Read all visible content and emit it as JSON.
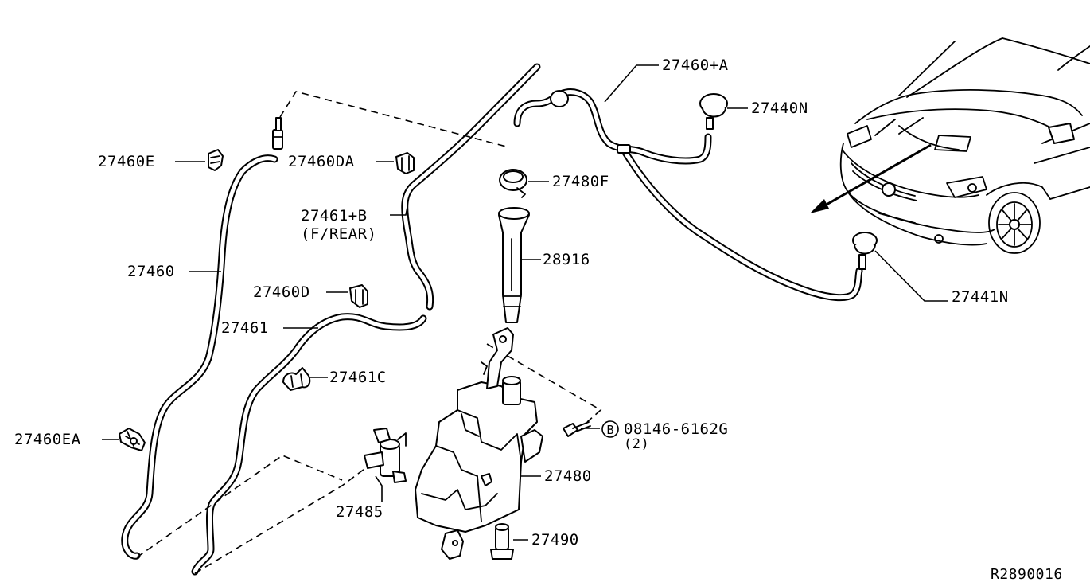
{
  "parts": {
    "p27460E": "27460E",
    "p27460DA": "27460DA",
    "p27460": "27460",
    "p27461B": "27461+B",
    "p27461B_note": "(F/REAR)",
    "p27460D": "27460D",
    "p27461": "27461",
    "p27461C": "27461C",
    "p27460EA": "27460EA",
    "p27485": "27485",
    "p27460A": "27460+A",
    "p27440N": "27440N",
    "p27480F": "27480F",
    "p28916": "28916",
    "p27480": "27480",
    "p27490": "27490",
    "p27441N": "27441N",
    "bolt": "08146-6162G",
    "bolt_qty": "(2)",
    "bolt_symbol": "B"
  },
  "footer": {
    "ref": "R2890016"
  }
}
